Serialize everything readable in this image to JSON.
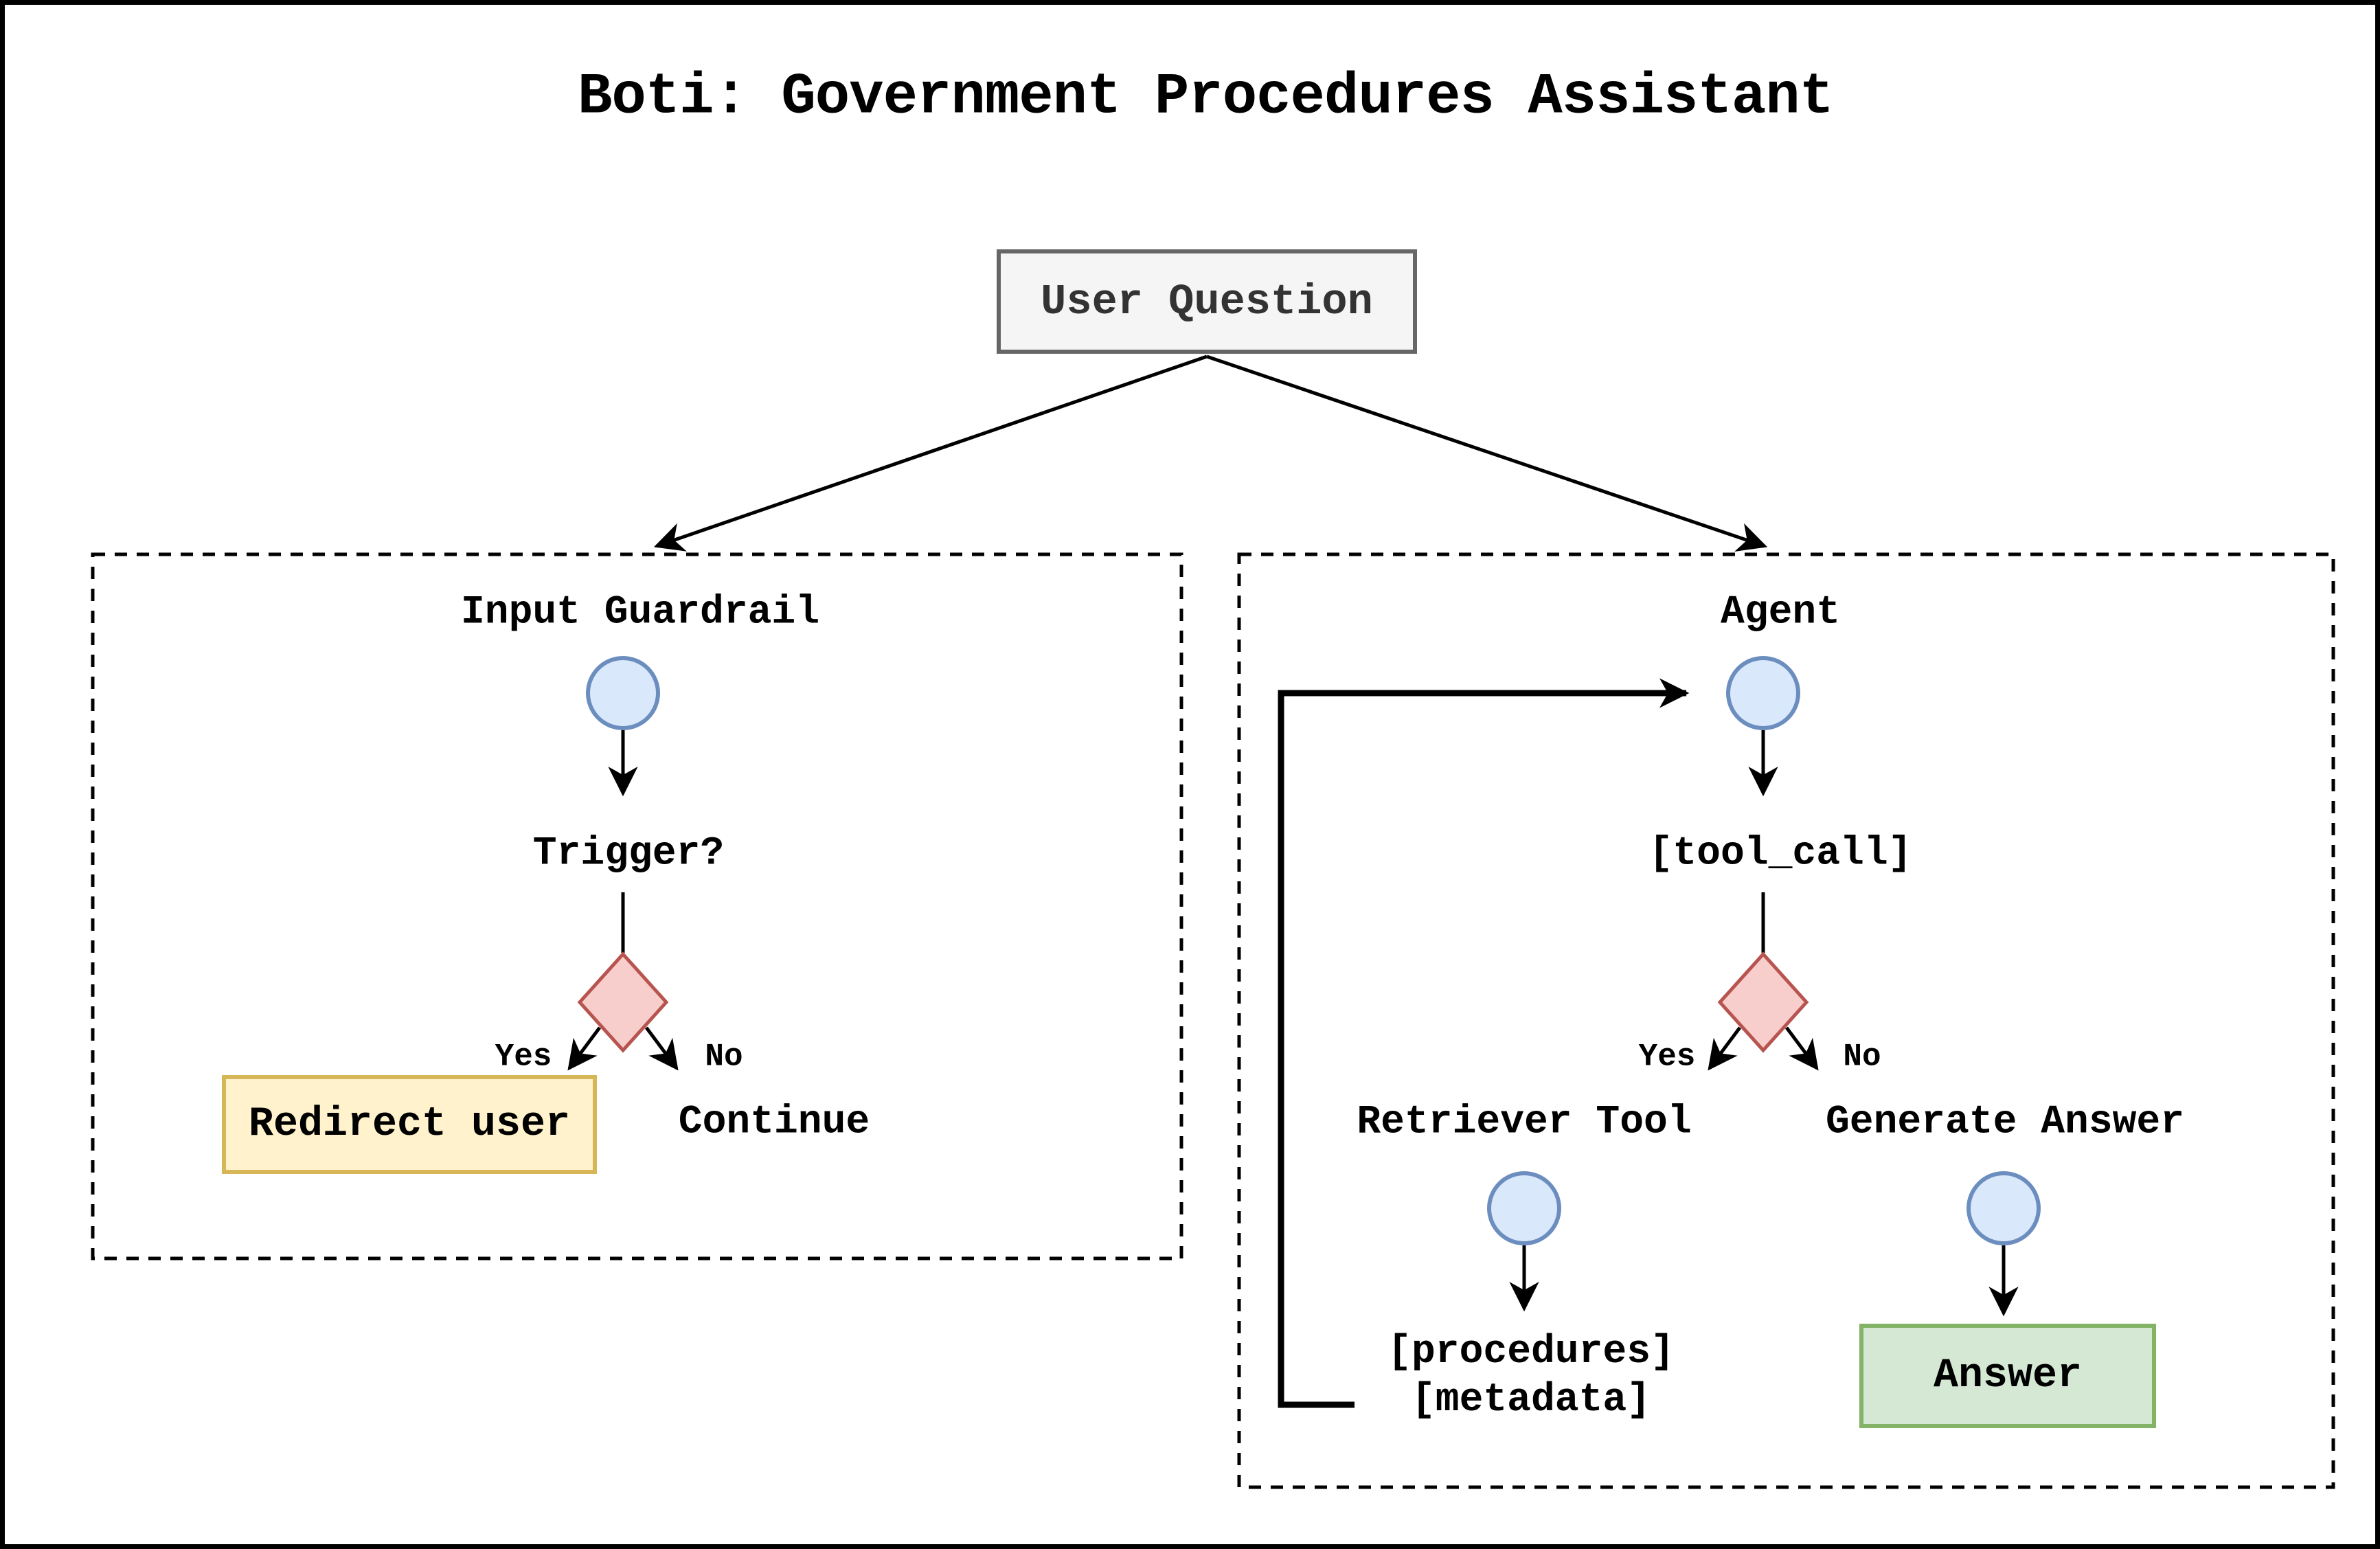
{
  "title": "Boti: Government Procedures Assistant",
  "user_question": {
    "label": "User Question"
  },
  "guardrail": {
    "title": "Input Guardrail",
    "trigger_label": "Trigger?",
    "yes_label": "Yes",
    "no_label": "No",
    "redirect_label": "Redirect user",
    "continue_label": "Continue"
  },
  "agent": {
    "title": "Agent",
    "tool_call_label": "[tool_call]",
    "yes_label": "Yes",
    "no_label": "No",
    "retriever_tool_label": "Retriever Tool",
    "generate_answer_label": "Generate Answer",
    "procedures_label": "[procedures]",
    "metadata_label": "[metadata]",
    "answer_label": "Answer"
  },
  "colors": {
    "state_node_fill": "#dae8fc",
    "state_node_border": "#6c8ebf",
    "decision_fill": "#f8cecc",
    "decision_border": "#b85450",
    "redirect_fill": "#fff2cc",
    "redirect_border": "#d6b656",
    "answer_fill": "#d5e8d4",
    "answer_border": "#82b366",
    "question_fill": "#f5f5f5",
    "question_border": "#666666",
    "line_color": "#000000"
  }
}
